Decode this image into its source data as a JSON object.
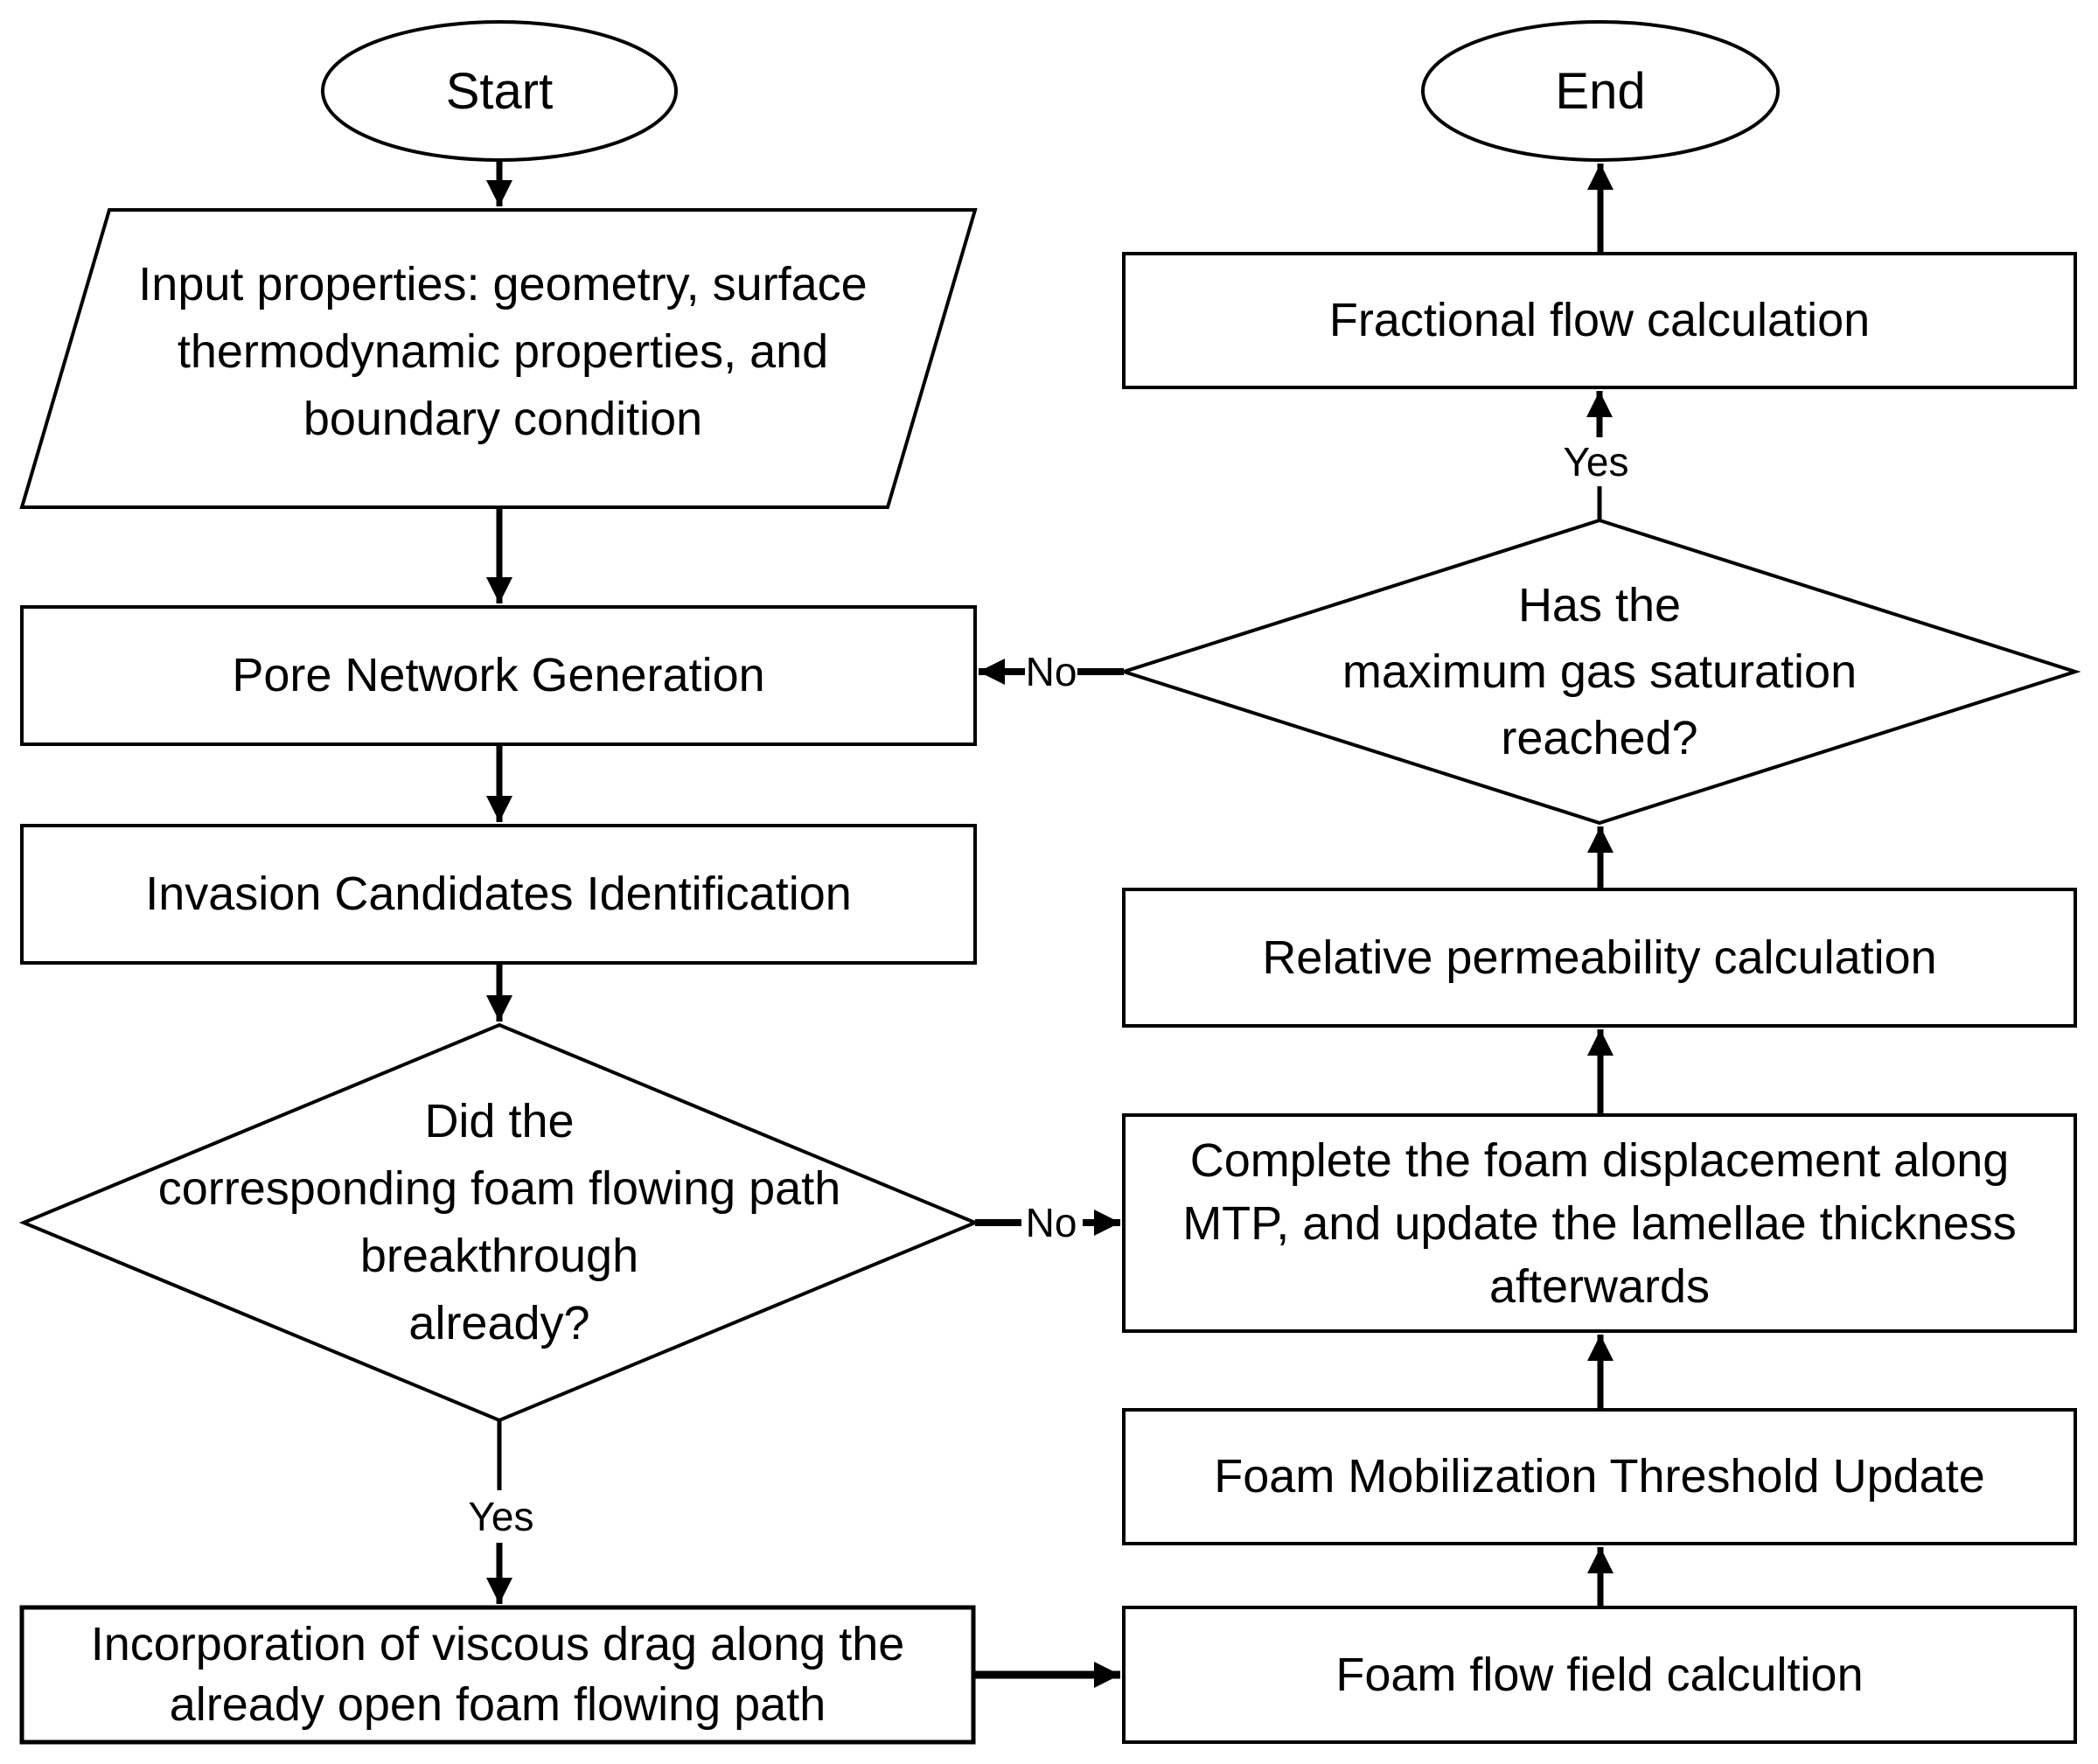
{
  "flowchart": {
    "nodes": {
      "start": {
        "type": "terminator",
        "label": "Start"
      },
      "end": {
        "type": "terminator",
        "label": "End"
      },
      "input_properties": {
        "type": "io",
        "lines": [
          "Input properties: geometry, surface",
          "thermodynamic properties, and",
          "boundary condition"
        ]
      },
      "pore_network": {
        "type": "process",
        "label": "Pore Network Generation"
      },
      "invasion_candidates": {
        "type": "process",
        "label": "Invasion Candidates Identification"
      },
      "breakthrough_decision": {
        "type": "decision",
        "lines": [
          "Did the",
          "corresponding foam flowing path",
          "breakthrough",
          "already?"
        ]
      },
      "incorporation_viscous_drag": {
        "type": "process",
        "lines": [
          "Incorporation of viscous drag along the",
          "already open foam flowing path"
        ]
      },
      "foam_flow_field": {
        "type": "process",
        "label": "Foam flow field calcultion"
      },
      "foam_mobilization": {
        "type": "process",
        "label": "Foam Mobilization Threshold Update"
      },
      "complete_displacement": {
        "type": "process",
        "lines": [
          "Complete the foam displacement along",
          "MTP, and update the lamellae thickness",
          "afterwards"
        ]
      },
      "relative_permeability": {
        "type": "process",
        "label": "Relative permeability calculation"
      },
      "saturation_decision": {
        "type": "decision",
        "lines": [
          "Has the",
          "maximum gas saturation",
          "reached?"
        ]
      },
      "fractional_flow": {
        "type": "process",
        "label": "Fractional flow calculation"
      }
    },
    "edge_labels": {
      "breakthrough_yes": "Yes",
      "breakthrough_no": "No",
      "saturation_yes": "Yes",
      "saturation_no": "No"
    },
    "colors": {
      "stroke": "#000000",
      "fill": "#ffffff",
      "text": "#000000"
    }
  }
}
